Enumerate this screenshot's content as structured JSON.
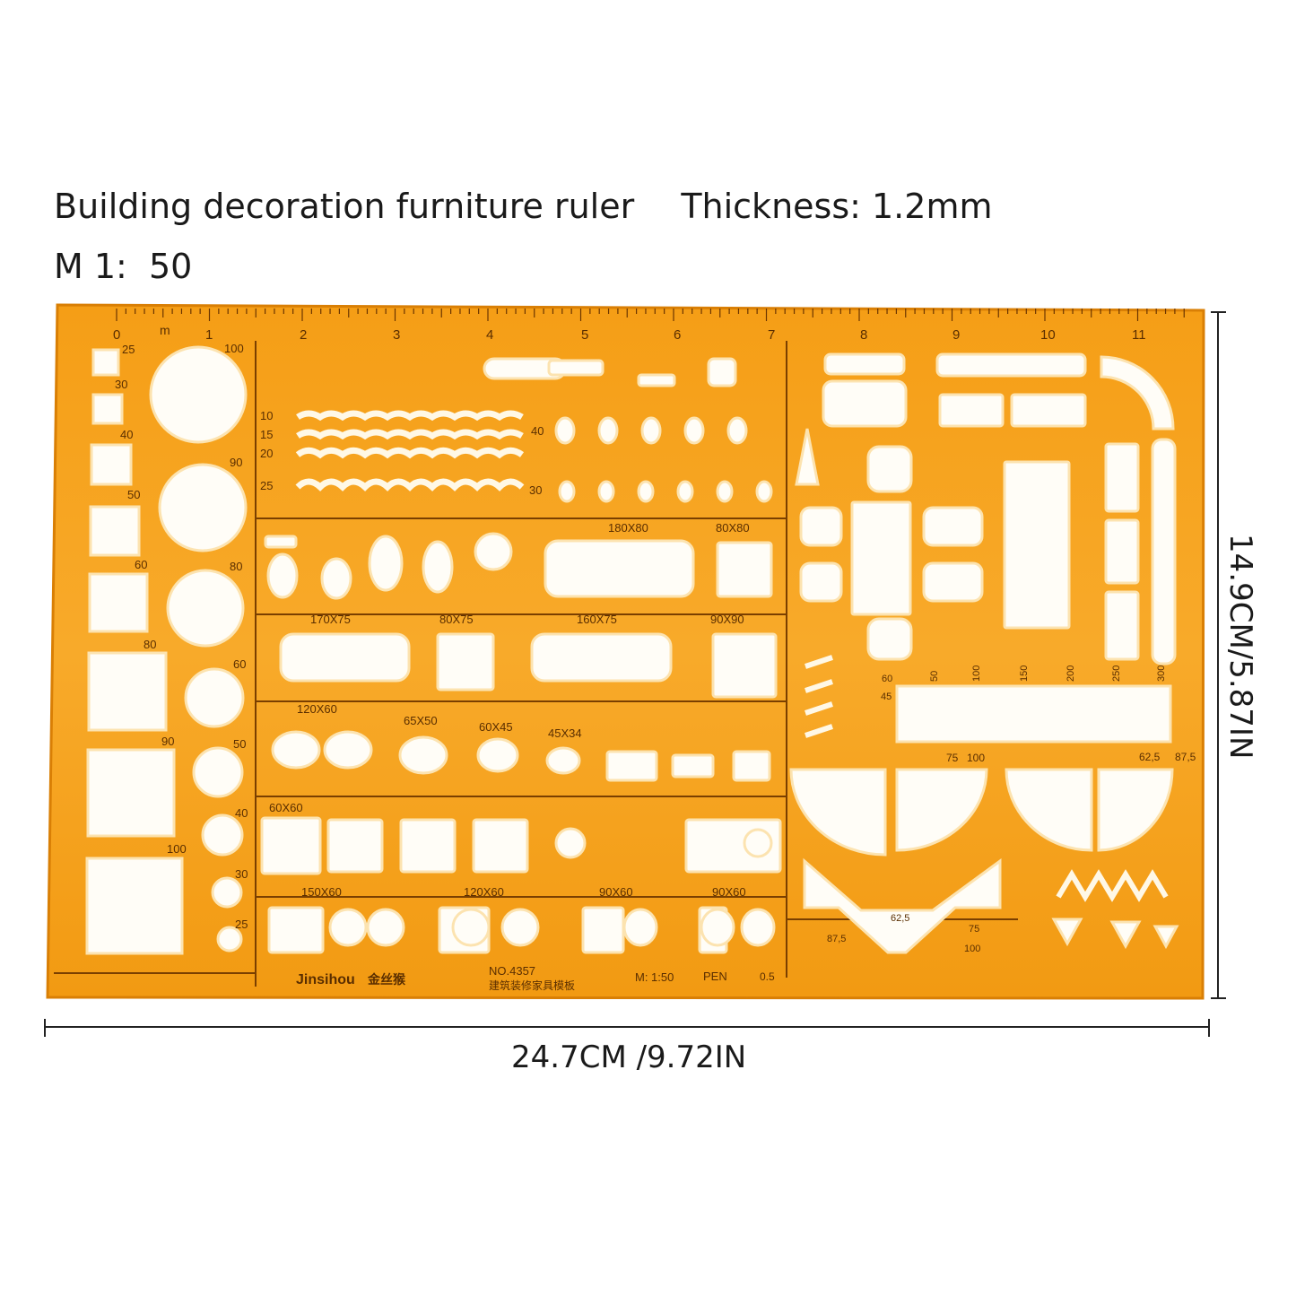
{
  "header": {
    "title": "Building decoration furniture ruler",
    "thickness": "Thickness: 1.2mm",
    "scale": "M 1:  50"
  },
  "dimensions": {
    "height_label": "14.9CM/5.87IN",
    "width_label": "24.7CM /9.72IN"
  },
  "ruler": {
    "color": "#F5A21E",
    "unit": "m",
    "ticks": [
      "0",
      "1",
      "2",
      "3",
      "4",
      "5",
      "6",
      "7",
      "8",
      "9",
      "10",
      "11"
    ],
    "square_labels": [
      "25",
      "30",
      "40",
      "50",
      "60",
      "80",
      "90",
      "100"
    ],
    "circle_labels": [
      "100",
      "90",
      "80",
      "60",
      "50",
      "40",
      "30",
      "25"
    ],
    "wave_labels": [
      "10",
      "15",
      "20",
      "25"
    ],
    "knob_labels": [
      "40",
      "30"
    ],
    "furniture_labels": [
      "180X80",
      "80X80",
      "170X75",
      "80X75",
      "160X75",
      "90X90",
      "120X60",
      "65X50",
      "60X45",
      "45X34",
      "60X60",
      "150X60",
      "120X60",
      "90X60",
      "90X60"
    ],
    "bed_top_labels": [
      "60",
      "50",
      "100",
      "150",
      "200",
      "250",
      "300"
    ],
    "bed_side_label": "45",
    "bed_bottom_labels": [
      "75",
      "100",
      "62,5",
      "87,5"
    ],
    "door_labels": [
      "62,5",
      "75",
      "87,5",
      "100"
    ],
    "brand": "Jinsihou",
    "brand_cn": "金丝猴",
    "model": "NO.4357",
    "model_cn": "建筑装修家具模板",
    "footer_scale": "M: 1:50",
    "pen": "PEN",
    "pen_size": "0.5"
  }
}
